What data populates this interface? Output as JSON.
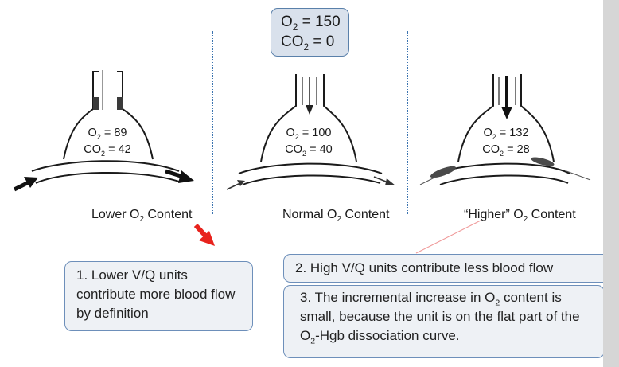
{
  "inspired_gas": {
    "o2_label": "O",
    "o2_sub": "2",
    "o2_value": " = 150",
    "co2_label": "CO",
    "co2_sub": "2",
    "co2_value": " = 0"
  },
  "units": [
    {
      "o2_label": "O",
      "o2_sub": "2",
      "o2_value": " = 89",
      "co2_label": "CO",
      "co2_sub": "2",
      "co2_value": " = 42",
      "caption_pre": "Lower O",
      "caption_sub": "2",
      "caption_post": " Content"
    },
    {
      "o2_label": "O",
      "o2_sub": "2",
      "o2_value": " = 100",
      "co2_label": "CO",
      "co2_sub": "2",
      "co2_value": " = 40",
      "caption_pre": "Normal O",
      "caption_sub": "2",
      "caption_post": " Content"
    },
    {
      "o2_label": "O",
      "o2_sub": "2",
      "o2_value": " = 132",
      "co2_label": "CO",
      "co2_sub": "2",
      "co2_value": " = 28",
      "caption_pre": "“Higher” O",
      "caption_sub": "2",
      "caption_post": " Content"
    }
  ],
  "notes": {
    "note1": "1. Lower V/Q units contribute more blood flow by definition",
    "note2": "2. High V/Q units contribute less blood flow",
    "note3_pre": "3. The incremental increase in O",
    "note3_sub1": "2",
    "note3_mid": " content is small, because the unit is on the flat part of the O",
    "note3_sub2": "2",
    "note3_post": "-Hgb dissociation curve."
  },
  "colors": {
    "divider": "#3c74b0",
    "box_border": "#6d8fba",
    "box_fill": "#eef1f5",
    "red_arrow": "#e8231d",
    "pink_line": "#f09a9a",
    "ink": "#1a1a1a"
  }
}
